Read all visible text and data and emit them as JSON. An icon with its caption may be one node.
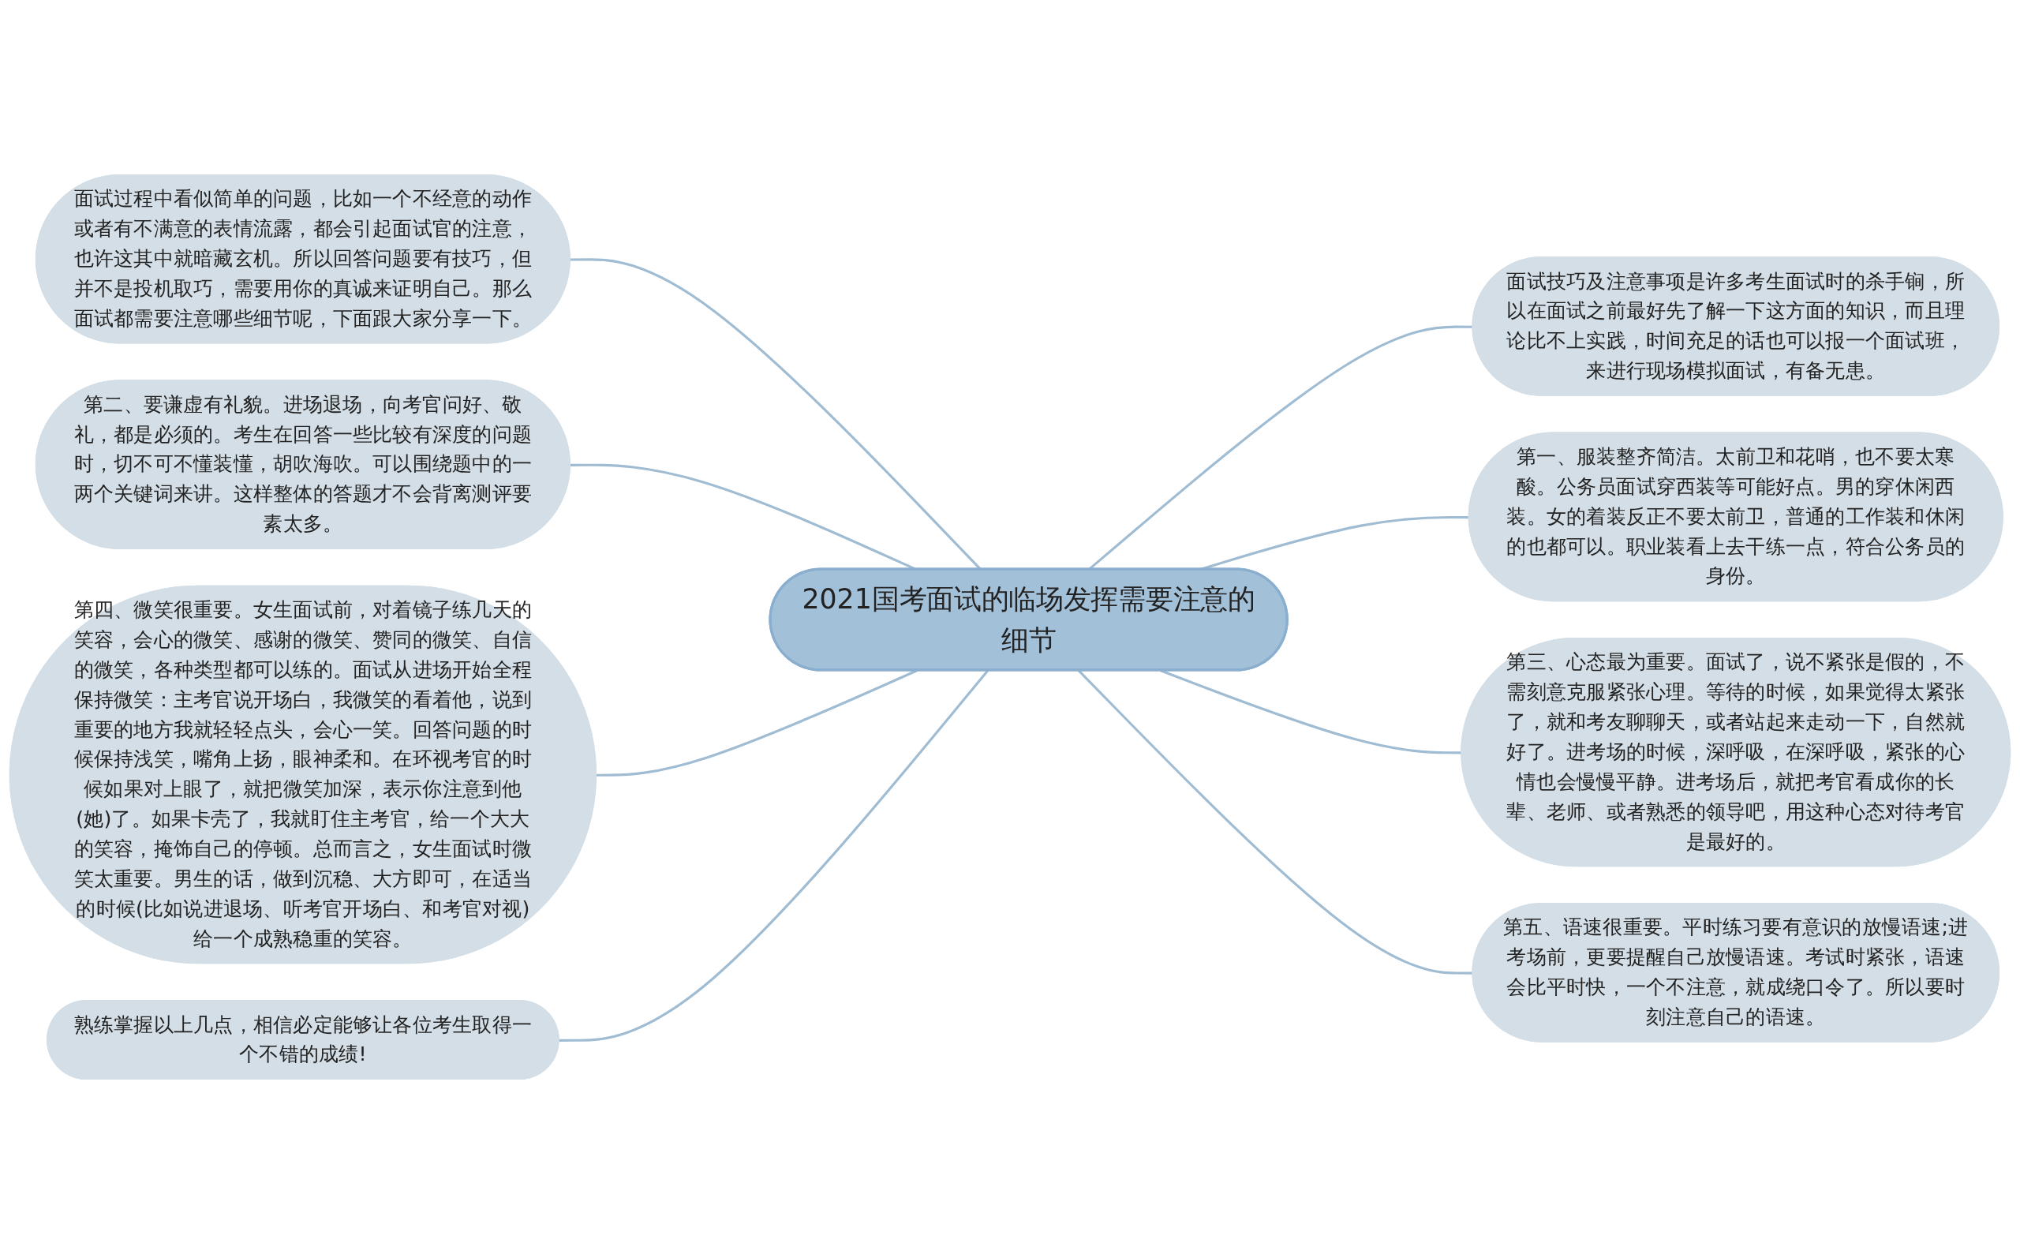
{
  "diagram": {
    "nodes": [
      {
        "text": [
          "2021国考面试的临场发挥需要注意的细节"
        ]
      },
      {
        "text": [
          "面试过程中看似简单的问题，比如一个不经意的动作或者有不满意的表情流露，都会引起面试官的注意，也许这其中就暗藏玄机。所以回答问题要有技巧，但并不是投机取巧，需要用你的真诚来证明自己。那么面试都需要注意哪些细节呢，下面跟大家分享一下。"
        ]
      },
      {
        "text": [
          "第二、要谦虚有礼貌。进场退场，向考官问好、敬礼，都是必须的。考生在回答一些比较有深度的问题时，切不可不懂装懂，胡吹海吹。可以围绕题中的一两个关键词来讲。这样整体的答题才不会背离测评要素太多。"
        ]
      },
      {
        "text": [
          "第四、微笑很重要。女生面试前，对着镜子练几天的笑容，会心的微笑、感谢的微笑、赞同的微笑、自信的微笑，各种类型都可以练的。面试从进场开始全程保持微笑：主考官说开场白，我微笑的看着他，说到重要的地方我就轻轻点头，会心一笑。回答问题的时候保持浅笑，嘴角上扬，眼神柔和。在环视考官的时候如果对上眼了，就把微笑加深，表示你注意到他(她)了。如果卡壳了，我就盯住主考官，给一个大大的笑容，掩饰自己的停顿。总而言之，女生面试时微笑太重要。男生的话，做到沉稳、大方即可，在适当的时候(比如说进退场、听考官开场白、和考官对视)给一个成熟稳重的笑容。"
        ]
      },
      {
        "text": [
          "熟练掌握以上几点，相信必定能够让各位考生取得一个不错的成绩!"
        ]
      },
      {
        "text": [
          "面试技巧及注意事项是许多考生面试时的杀手锏，所以在面试之前最好先了解一下这方面的知识，而且理论比不上实践，时间充足的话也可以报一个面试班，来进行现场模拟面试，有备无患。"
        ]
      },
      {
        "text": [
          "第一、服装整齐简洁。太前卫和花哨，也不要太寒酸。公务员面试穿西装等可能好点。男的穿休闲西装。女的着装反正不要太前卫，普通的工作装和休闲的也都可以。职业装看上去干练一点，符合公务员的身份。"
        ]
      },
      {
        "text": [
          "第三、心态最为重要。面试了，说不紧张是假的，不需刻意克服紧张心理。等待的时候，如果觉得太紧张了，就和考友聊聊天，或者站起来走动一下，自然就好了。进考场的时候，深呼吸，在深呼吸，紧张的心情也会慢慢平静。进考场后，就把考官看成你的长辈、老师、或者熟悉的领导吧，用这种心态对待考官是最好的。"
        ]
      },
      {
        "text": [
          "第五、语速很重要。平时练习要有意识的放慢语速;进考场前，更要提醒自己放慢语速。考试时紧张，语速会比平时快，一个不注意，就成绕口令了。所以要时刻注意自己的语速。"
        ]
      }
    ],
    "edges": [
      {
        "from": 1,
        "to": 0,
        "arrow": "none"
      },
      {
        "from": 2,
        "to": 0,
        "arrow": "none"
      },
      {
        "from": 3,
        "to": 0,
        "arrow": "none"
      },
      {
        "from": 4,
        "to": 0,
        "arrow": "none"
      },
      {
        "from": 0,
        "to": 5,
        "arrow": "none"
      },
      {
        "from": 0,
        "to": 6,
        "arrow": "none"
      },
      {
        "from": 0,
        "to": 7,
        "arrow": "none"
      },
      {
        "from": 0,
        "to": 8,
        "arrow": "none"
      }
    ]
  }
}
